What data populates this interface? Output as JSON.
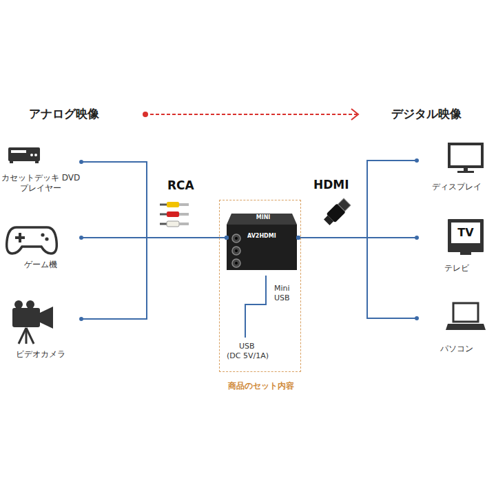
{
  "diagram": {
    "nodes": [
      {
        "text": [
          "カセットデッキ DVDプレイヤー"
        ]
      },
      {
        "text": [
          "ゲーム機"
        ]
      },
      {
        "text": [
          "ビデオカメラ"
        ]
      },
      {
        "text": [
          "商品のセット内容"
        ]
      },
      {
        "text": [
          "MINI",
          "AV2HDMI"
        ],
        "in": 3
      },
      {
        "text": [
          "ディスプレイ"
        ]
      },
      {
        "text": [
          "テレビ"
        ]
      },
      {
        "text": [
          "パソコン"
        ]
      }
    ],
    "edges": [
      {
        "from": 0,
        "to": 4,
        "arrow": "none"
      },
      {
        "from": 1,
        "to": 4,
        "arrow": "none"
      },
      {
        "from": 2,
        "to": 4,
        "arrow": "none"
      },
      {
        "from": 4,
        "to": 5,
        "arrow": "none"
      },
      {
        "from": 4,
        "to": 6,
        "arrow": "none"
      },
      {
        "from": 4,
        "to": 7,
        "arrow": "none"
      }
    ],
    "labels": [
      "アナログ映像",
      "デジタル映像",
      "RCA",
      "HDMI",
      "Mini USB",
      "USB",
      "(DC 5V/1A)",
      "TV"
    ]
  }
}
